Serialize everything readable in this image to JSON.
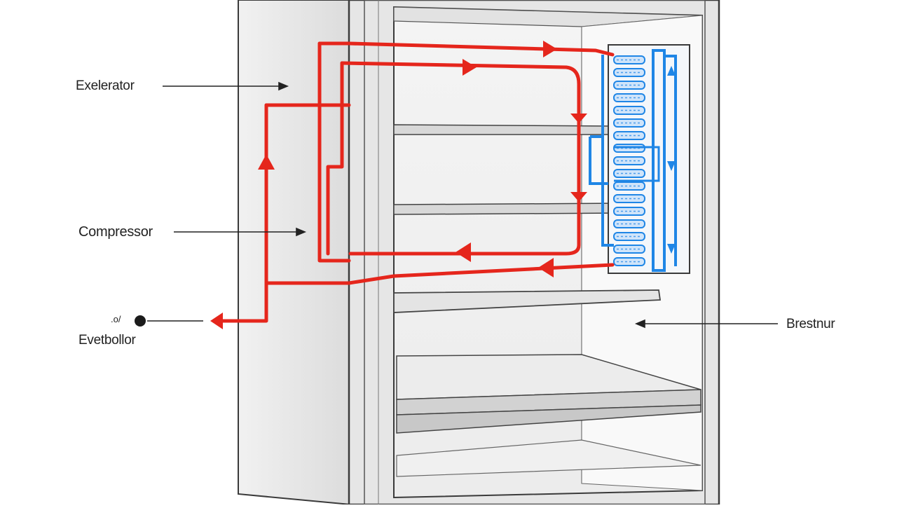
{
  "labels": {
    "evaporator_top": "Exelerator",
    "compressor": "Compressor",
    "marker_text": ".o/",
    "evaporator_bottom": "Evetbollor",
    "reservoir": "Brestnur"
  },
  "colors": {
    "hot_line": "#e5261c",
    "cold_line": "#1f86e6",
    "cabinet_stroke": "#3a3a3a",
    "cabinet_fill": "#e9e9e9",
    "interior_fill": "#f6f6f6"
  }
}
